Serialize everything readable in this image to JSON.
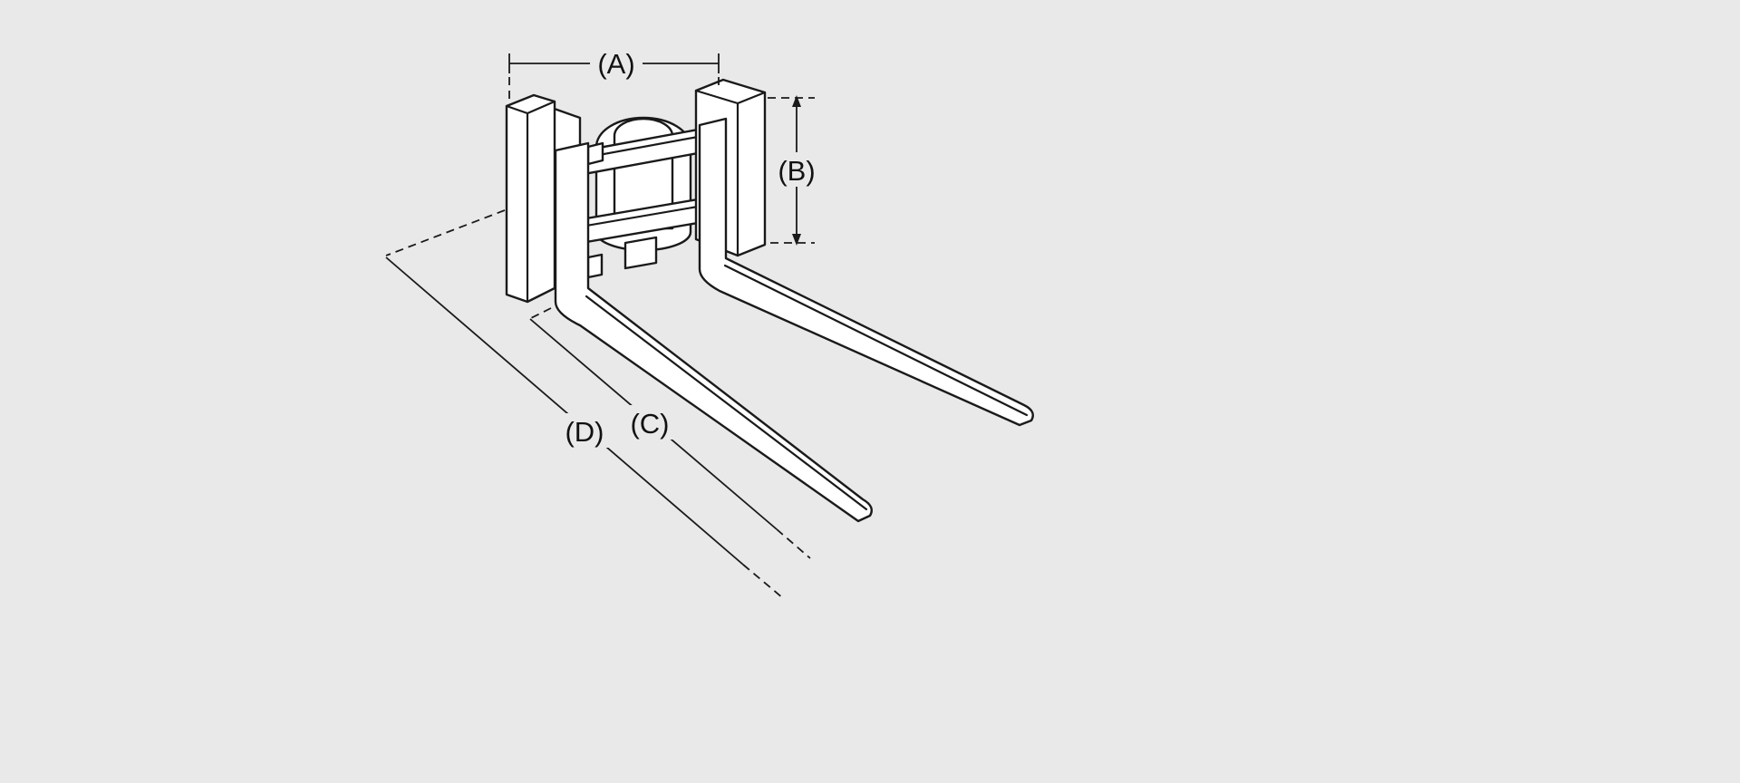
{
  "diagram": {
    "subject": "Forklift pallet-fork attachment, dimensioned technical line drawing",
    "colors": {
      "background": "#e9e9e9",
      "line": "#1a1a1a",
      "fill": "#ffffff",
      "label": "#111111"
    },
    "labels": {
      "a": "(A)",
      "b": "(B)",
      "c": "(C)",
      "d": "(D)"
    }
  }
}
